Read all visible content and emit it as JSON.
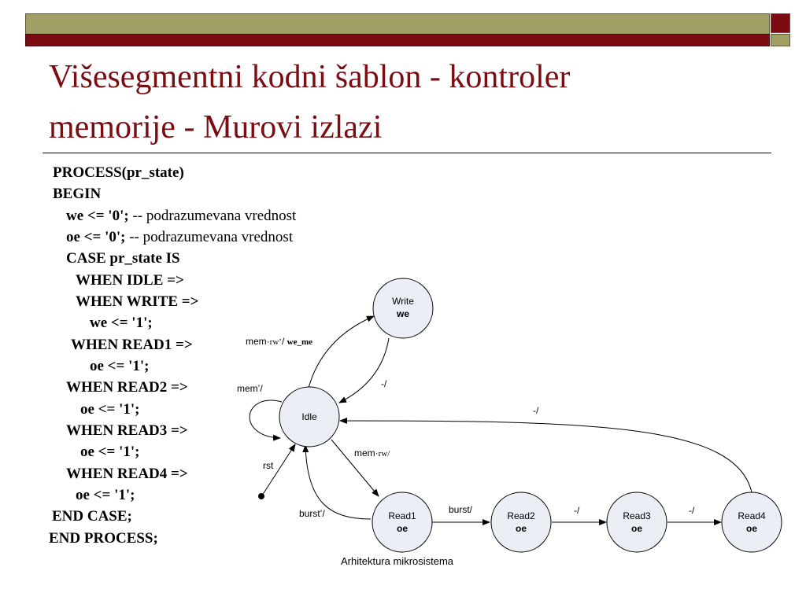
{
  "title": {
    "line1": "Višesegmentni kodni šablon - kontroler",
    "line2": "memorije - Murovi izlazi"
  },
  "code": {
    "l1": "PROCESS(pr_state)",
    "l2": "BEGIN",
    "l3a": "we <= '0';",
    "l3b": " -- podrazumevana vrednost",
    "l4a": "oe <= '0';",
    "l4b": " -- podrazumevana vrednost",
    "l5": "CASE pr_state IS",
    "l6": "WHEN IDLE =>",
    "l7": "WHEN WRITE =>",
    "l8": "we <= '1';",
    "l9": "WHEN READ1 =>",
    "l10": "oe <= '1';",
    "l11": "WHEN READ2 =>",
    "l12": "oe <= '1';",
    "l13": "WHEN READ3 =>",
    "l14": "oe <= '1';",
    "l15": "WHEN READ4 =>",
    "l16": "oe <= '1';",
    "l17": "END CASE;",
    "l18": "END PROCESS;"
  },
  "diagram": {
    "states": {
      "write": {
        "name": "Write",
        "output": "we"
      },
      "idle": {
        "name": "Idle"
      },
      "read1": {
        "name": "Read1",
        "output": "oe"
      },
      "read2": {
        "name": "Read2",
        "output": "oe"
      },
      "read3": {
        "name": "Read3",
        "output": "oe"
      },
      "read4": {
        "name": "Read4",
        "output": "oe"
      }
    },
    "transitions": {
      "idle_write_a": "mem·",
      "idle_write_b": "rw’",
      "idle_write_c": "/ ",
      "idle_write_d": "we_me",
      "write_idle": "-/",
      "idle_self": "mem’/",
      "idle_read1_a": "mem·",
      "idle_read1_b": "rw/",
      "read4_idle": "-/",
      "reset": "rst",
      "read1_idle": "burst’/",
      "read1_read2": "burst/",
      "read2_read3": "-/",
      "read3_read4": "-/"
    }
  },
  "footer": "Arhitektura mikrosistema"
}
